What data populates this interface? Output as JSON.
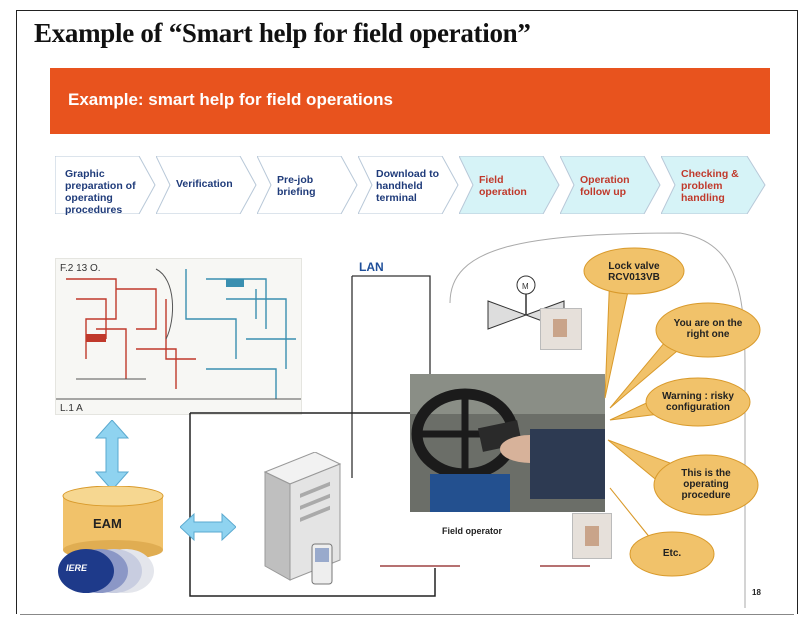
{
  "doc_title": "Example of “Smart help for field operation”",
  "banner_title": "Example: smart help for field operations",
  "steps": [
    {
      "label": "Graphic preparation of operating procedures",
      "highlight": false
    },
    {
      "label": "Verification",
      "highlight": false
    },
    {
      "label": "Pre-job briefing",
      "highlight": false
    },
    {
      "label": "Download to handheld terminal",
      "highlight": false
    },
    {
      "label": "Field operation",
      "highlight": true
    },
    {
      "label": "Operation follow up",
      "highlight": true
    },
    {
      "label": "Checking & problem handling",
      "highlight": true
    }
  ],
  "lan_label": "LAN",
  "eam_label": "EAM",
  "iere_label": "IERE",
  "field_operator_label": "Field operator",
  "bubbles": {
    "b1": "Lock valve RCV013VB",
    "b2": "You are on the right one",
    "b3": "Warning : risky configuration",
    "b4": "This is the operating procedure",
    "b5": "Etc."
  },
  "page_number": "18",
  "icons": [
    "double-arrow-vertical-icon",
    "double-arrow-horizontal-icon",
    "server-icon",
    "handheld-icon",
    "valve-icon",
    "database-icon"
  ],
  "colors": {
    "banner": "#e8531e",
    "step_fill": "#ffffff",
    "step_highlight_fill": "#d6f3f7",
    "bubble_fill": "#f1c26a",
    "arrow": "#8fd3f0"
  }
}
